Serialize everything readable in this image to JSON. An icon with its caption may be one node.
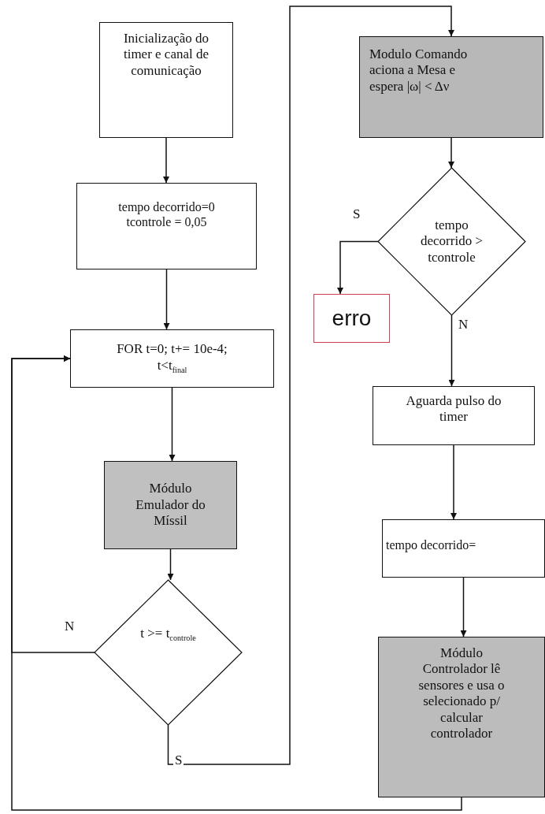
{
  "diagram": {
    "nodes": [
      {
        "text": [
          "Inicialização do timer e canal de comunicação"
        ]
      },
      {
        "text": [
          "tempo decorrido=0 tcontrole = 0,05"
        ]
      },
      {
        "text": [
          "FOR t=0; t+= 10e-4; t<t$_{final}$"
        ]
      },
      {
        "text": [
          "Módulo Emulador do Míssil"
        ]
      },
      {
        "text": [
          "t >= t$_{controle}$"
        ]
      },
      {
        "text": [
          "Modulo Comando aciona a Mesa e espera |ω| < Δν"
        ]
      },
      {
        "text": [
          "tempo decorrido > tcontrole"
        ]
      },
      {
        "text": [
          "erro"
        ]
      },
      {
        "text": [
          "Aguarda pulso do timer"
        ]
      },
      {
        "text": [
          "tempo decorrido="
        ]
      },
      {
        "text": [
          "Módulo Controlador lê sensores e usa o selecionado p/ calcular controlador"
        ]
      }
    ],
    "edges": [
      {
        "from": 0,
        "to": 1,
        "arrow": "to"
      },
      {
        "from": 1,
        "to": 2,
        "arrow": "to"
      },
      {
        "from": 2,
        "to": 3,
        "arrow": "to"
      },
      {
        "from": 3,
        "to": 4,
        "arrow": "to"
      },
      {
        "from": 4,
        "to": 2,
        "arrow": "to",
        "label": "N"
      },
      {
        "from": 4,
        "to": 5,
        "arrow": "to",
        "label": "S"
      },
      {
        "from": 5,
        "to": 6,
        "arrow": "to"
      },
      {
        "from": 6,
        "to": 7,
        "arrow": "to",
        "label": "S"
      },
      {
        "from": 6,
        "to": 8,
        "arrow": "to",
        "label": "N"
      },
      {
        "from": 8,
        "to": 9,
        "arrow": "to"
      },
      {
        "from": 9,
        "to": 10,
        "arrow": "to"
      },
      {
        "from": 10,
        "to": 2,
        "arrow": "to"
      }
    ]
  }
}
